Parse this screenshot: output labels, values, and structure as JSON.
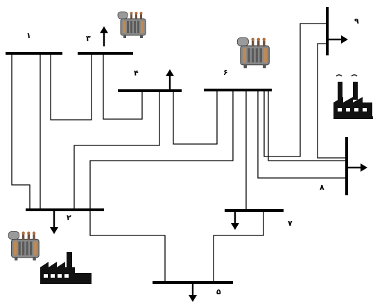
{
  "buses": [
    {
      "id": "b1",
      "label": "۱"
    },
    {
      "id": "b2",
      "label": "۲"
    },
    {
      "id": "b3",
      "label": "۳"
    },
    {
      "id": "b4",
      "label": "۴"
    },
    {
      "id": "b5",
      "label": "۵"
    },
    {
      "id": "b6",
      "label": "۶"
    },
    {
      "id": "b7",
      "label": "۷"
    },
    {
      "id": "b8",
      "label": "۸"
    },
    {
      "id": "b9",
      "label": "۹"
    }
  ],
  "icons": {
    "transformer": "transformer-icon",
    "factory": "factory-icon",
    "load_arrow": "load-arrow-icon"
  },
  "colors": {
    "line": "#000000",
    "transformer_body": "#8a8a8a",
    "transformer_accent": "#c08a52",
    "factory": "#111111"
  }
}
